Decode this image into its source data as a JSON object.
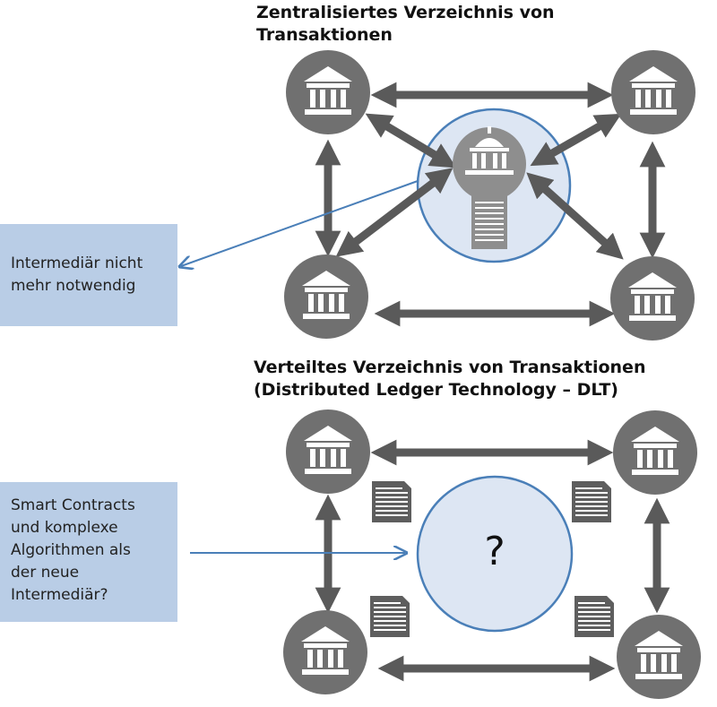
{
  "top_section": {
    "title_line1": "Zentralisiertes Verzeichnis von",
    "title_line2": "Transaktionen"
  },
  "bottom_section": {
    "title_line1": "Verteiltes Verzeichnis von Transaktionen",
    "title_line2": "(Distributed Ledger Technology – DLT)"
  },
  "callout_top": {
    "lines": [
      "Intermediär nicht",
      "mehr notwendig"
    ]
  },
  "callout_bottom": {
    "lines": [
      "Smart Contracts",
      "und komplexe",
      "Algorithmen als",
      "der neue",
      "Intermediär?"
    ]
  },
  "center_unknown": "?",
  "colors": {
    "node_gray": "#707070",
    "arrow_gray": "#5a5a5a",
    "callout_fill": "#b9cde6",
    "circle_fill": "#dde6f3",
    "circle_stroke": "#4a7fb8",
    "connector_blue": "#4a7fb8"
  },
  "icons": {
    "bank": "bank-icon",
    "central_bank": "central-bank-icon",
    "ledger": "document-icon"
  }
}
